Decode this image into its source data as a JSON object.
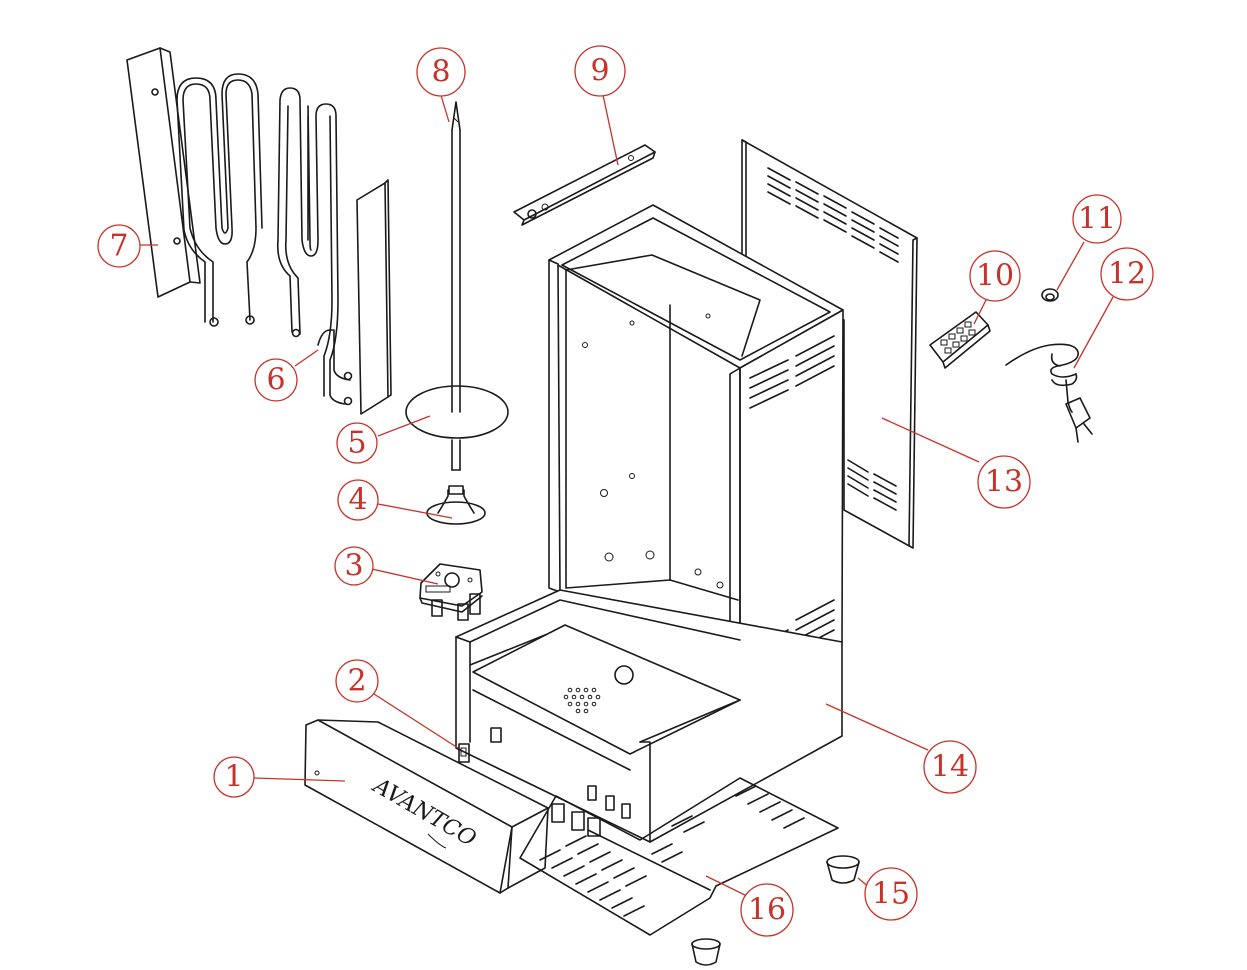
{
  "colors": {
    "callout": "#c83228",
    "ink": "#1a1a1a",
    "background": "#ffffff"
  },
  "brand_label": "AVANTCO",
  "callouts": [
    {
      "id": "1",
      "label": "1"
    },
    {
      "id": "2",
      "label": "2"
    },
    {
      "id": "3",
      "label": "3"
    },
    {
      "id": "4",
      "label": "4"
    },
    {
      "id": "5",
      "label": "5"
    },
    {
      "id": "6",
      "label": "6"
    },
    {
      "id": "7",
      "label": "7"
    },
    {
      "id": "8",
      "label": "8"
    },
    {
      "id": "9",
      "label": "9"
    },
    {
      "id": "10",
      "label": "10"
    },
    {
      "id": "11",
      "label": "11"
    },
    {
      "id": "12",
      "label": "12"
    },
    {
      "id": "13",
      "label": "13"
    },
    {
      "id": "14",
      "label": "14"
    },
    {
      "id": "15",
      "label": "15"
    },
    {
      "id": "16",
      "label": "16"
    }
  ]
}
